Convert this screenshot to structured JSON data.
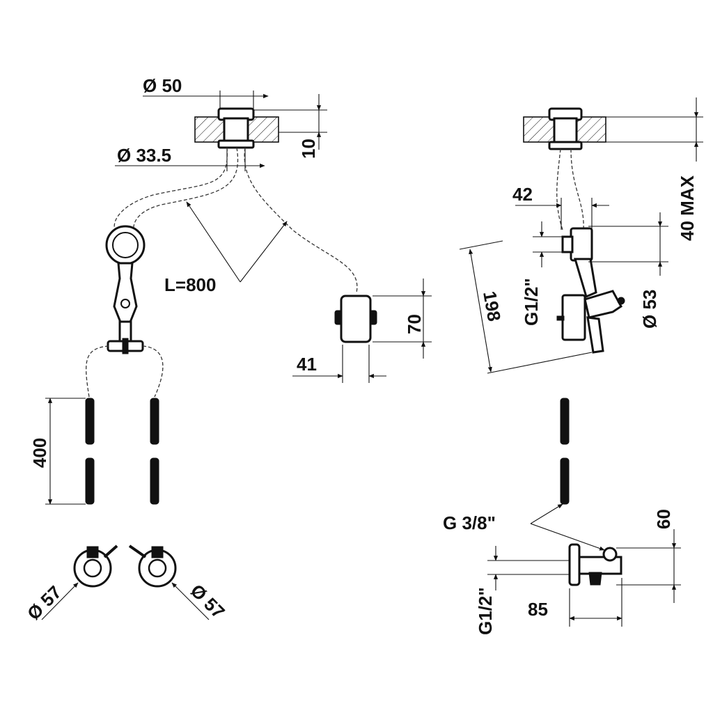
{
  "dimensions": {
    "d50": "Ø 50",
    "d33_5": "Ø 33.5",
    "h10": "10",
    "l800": "L=800",
    "h70": "70",
    "w41": "41",
    "h400": "400",
    "d57_left": "Ø 57",
    "d57_right": "Ø 57",
    "max40": "40 MAX",
    "w42": "42",
    "l198": "198",
    "g12_top": "G1/2\"",
    "d53": "Ø 53",
    "g38": "G 3/8\"",
    "h60": "60",
    "g12_bottom": "G1/2\"",
    "w85": "85"
  }
}
